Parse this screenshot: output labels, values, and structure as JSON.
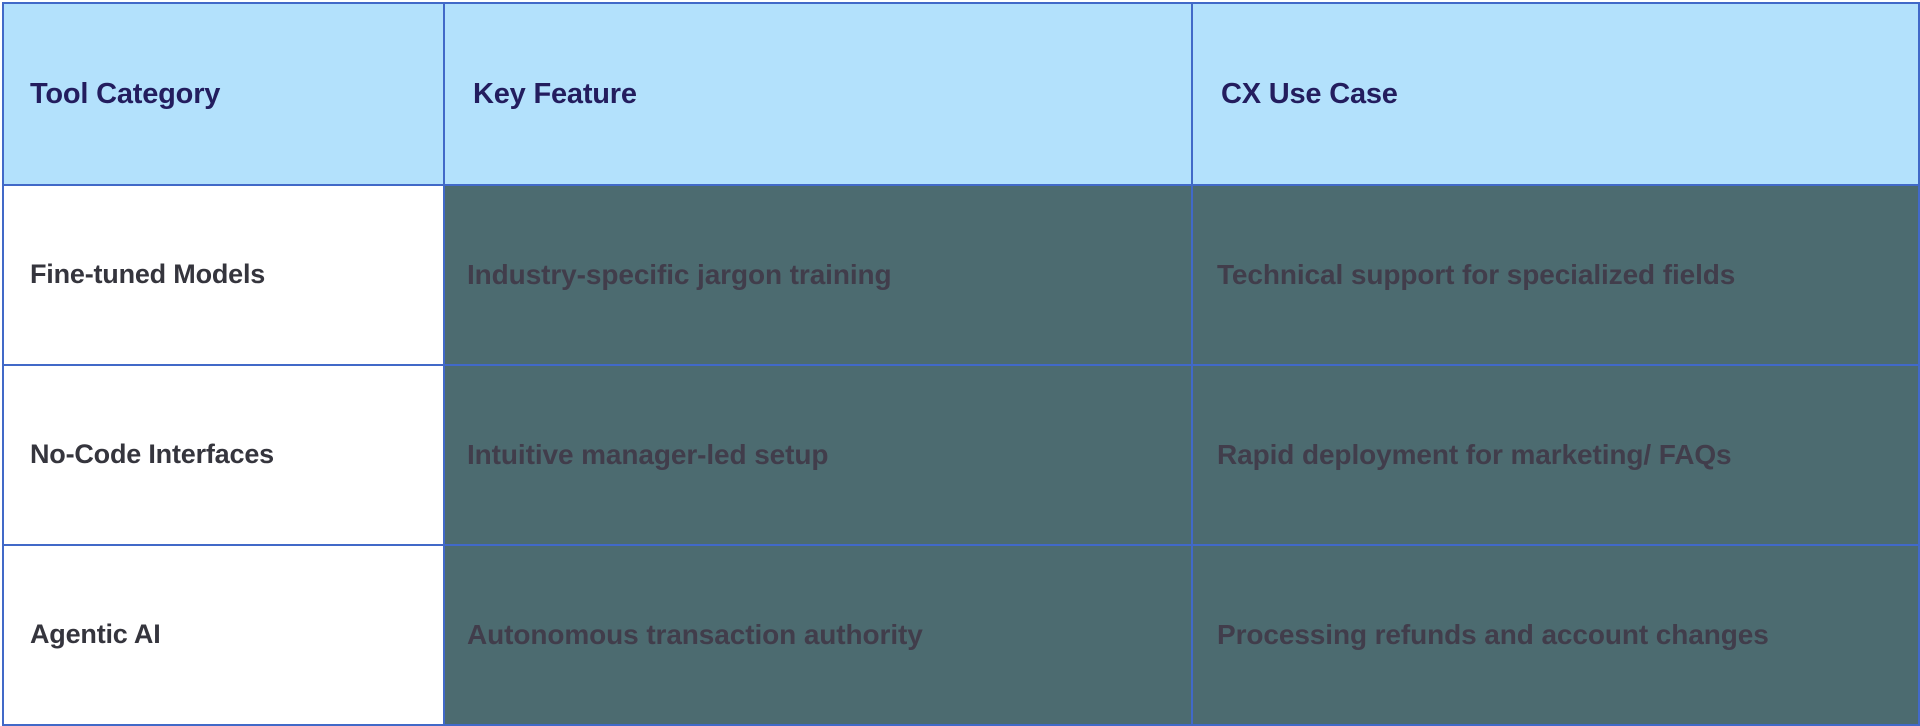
{
  "table": {
    "columns": [
      {
        "key": "tool_category",
        "label": "Tool Category"
      },
      {
        "key": "key_feature",
        "label": "Key Feature"
      },
      {
        "key": "cx_use_case",
        "label": "CX Use Case"
      }
    ],
    "rows": [
      {
        "tool_category": "Fine-tuned Models",
        "key_feature": "Industry-specific jargon training",
        "cx_use_case": "Technical support for specialized fields"
      },
      {
        "tool_category": "No-Code Interfaces",
        "key_feature": "Intuitive manager-led setup",
        "cx_use_case": "Rapid deployment for marketing/ FAQs"
      },
      {
        "tool_category": "Agentic AI",
        "key_feature": "Autonomous transaction authority",
        "cx_use_case": "Processing refunds and account changes"
      }
    ]
  },
  "colors": {
    "header_background": "#b3e1fc",
    "header_text": "#231d5e",
    "border": "#4169c8",
    "category_background": "#ffffff",
    "category_text": "#35353d",
    "data_background": "#4c6b70",
    "data_text": "#413d4b"
  }
}
